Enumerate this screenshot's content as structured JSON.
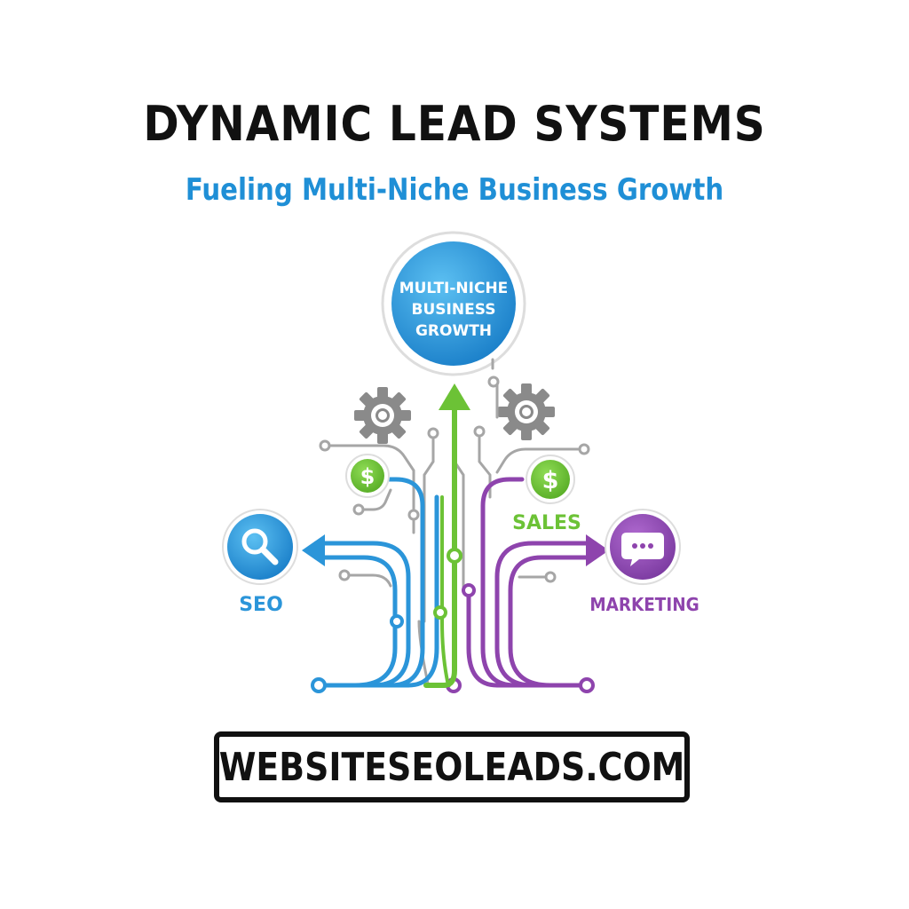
{
  "header": {
    "title": "DYNAMIC LEAD SYSTEMS",
    "subtitle": "Fueling Multi-Niche Business Growth"
  },
  "diagram": {
    "top_node": {
      "line1": "MULTI-NICHE",
      "line2": "BUSINESS",
      "line3": "GROWTH"
    },
    "branches": {
      "seo": {
        "label": "SEO",
        "icon": "magnifier-icon"
      },
      "marketing": {
        "label": "MARKETING",
        "icon": "chat-bubble-icon"
      },
      "sales": {
        "label": "SALES",
        "icon": "dollar-icon"
      }
    },
    "dollar_symbol": "$",
    "colors": {
      "blue": "#1f8fd6",
      "green": "#6cc236",
      "purple": "#8e44ad",
      "gray": "#9a9a9a"
    }
  },
  "footer": {
    "url": "WEBSITESEOLEADS.COM"
  }
}
